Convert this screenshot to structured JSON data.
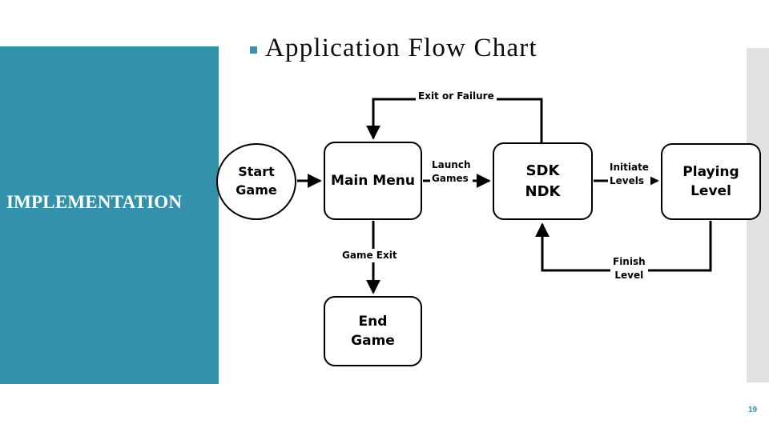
{
  "slide": {
    "title": "Application Flow Chart",
    "bullet_icon": "square-bullet-icon",
    "page_number": "19",
    "accent_color": "#3391ab",
    "strip_color": "#e2e2e2"
  },
  "panel": {
    "label": "IMPLEMENTATION"
  },
  "diagram": {
    "type": "flowchart",
    "nodes": [
      {
        "id": "start",
        "label_lines": [
          "Start",
          "Game"
        ],
        "shape": "ellipse"
      },
      {
        "id": "menu",
        "label_lines": [
          "Main Menu"
        ],
        "shape": "rounded-rect"
      },
      {
        "id": "sdk",
        "label_lines": [
          "SDK",
          "NDK"
        ],
        "shape": "rounded-rect"
      },
      {
        "id": "playing",
        "label_lines": [
          "Playing",
          "Level"
        ],
        "shape": "rounded-rect"
      },
      {
        "id": "end",
        "label_lines": [
          "End",
          "Game"
        ],
        "shape": "rounded-rect"
      }
    ],
    "edges": [
      {
        "from": "start",
        "to": "menu",
        "label_lines": []
      },
      {
        "from": "menu",
        "to": "sdk",
        "label_lines": [
          "Launch",
          "Games"
        ]
      },
      {
        "from": "sdk",
        "to": "playing",
        "label_lines": [
          "Initiate",
          "Levels"
        ]
      },
      {
        "from": "sdk",
        "to": "menu",
        "label_lines": [
          "Exit or Failure"
        ]
      },
      {
        "from": "menu",
        "to": "end",
        "label_lines": [
          "Game Exit"
        ]
      },
      {
        "from": "playing",
        "to": "sdk",
        "label_lines": [
          "Finish",
          "Level"
        ]
      }
    ]
  }
}
